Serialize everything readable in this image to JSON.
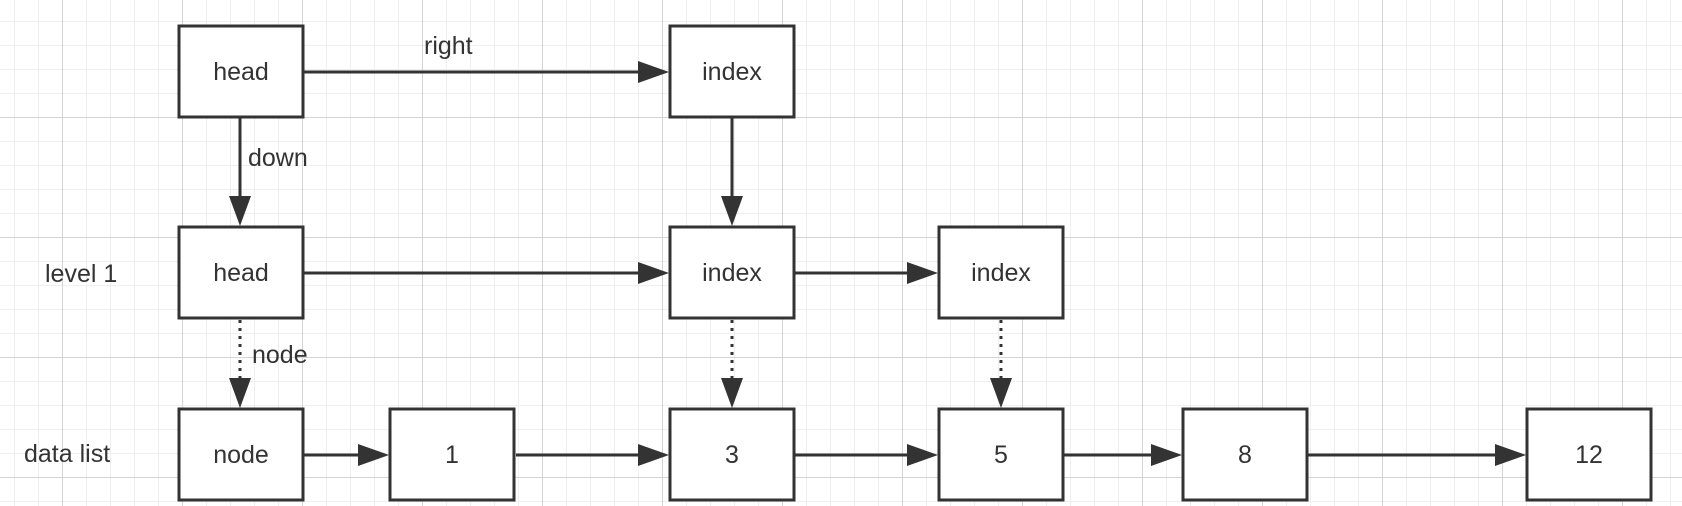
{
  "diagram": {
    "row_labels": {
      "level1": "level 1",
      "datalist": "data list"
    },
    "nodes": {
      "head_top": "head",
      "index_top": "index",
      "head_level1": "head",
      "index_level1_a": "index",
      "index_level1_b": "index",
      "node": "node",
      "data_1": "1",
      "data_3": "3",
      "data_5": "5",
      "data_8": "8",
      "data_12": "12"
    },
    "edge_labels": {
      "right": "right",
      "down": "down",
      "node": "node"
    },
    "colors": {
      "stroke": "#333333",
      "text": "#333333",
      "background": "#ffffff",
      "grid_major": "#d4d4d4",
      "grid_minor": "#efefef"
    }
  }
}
